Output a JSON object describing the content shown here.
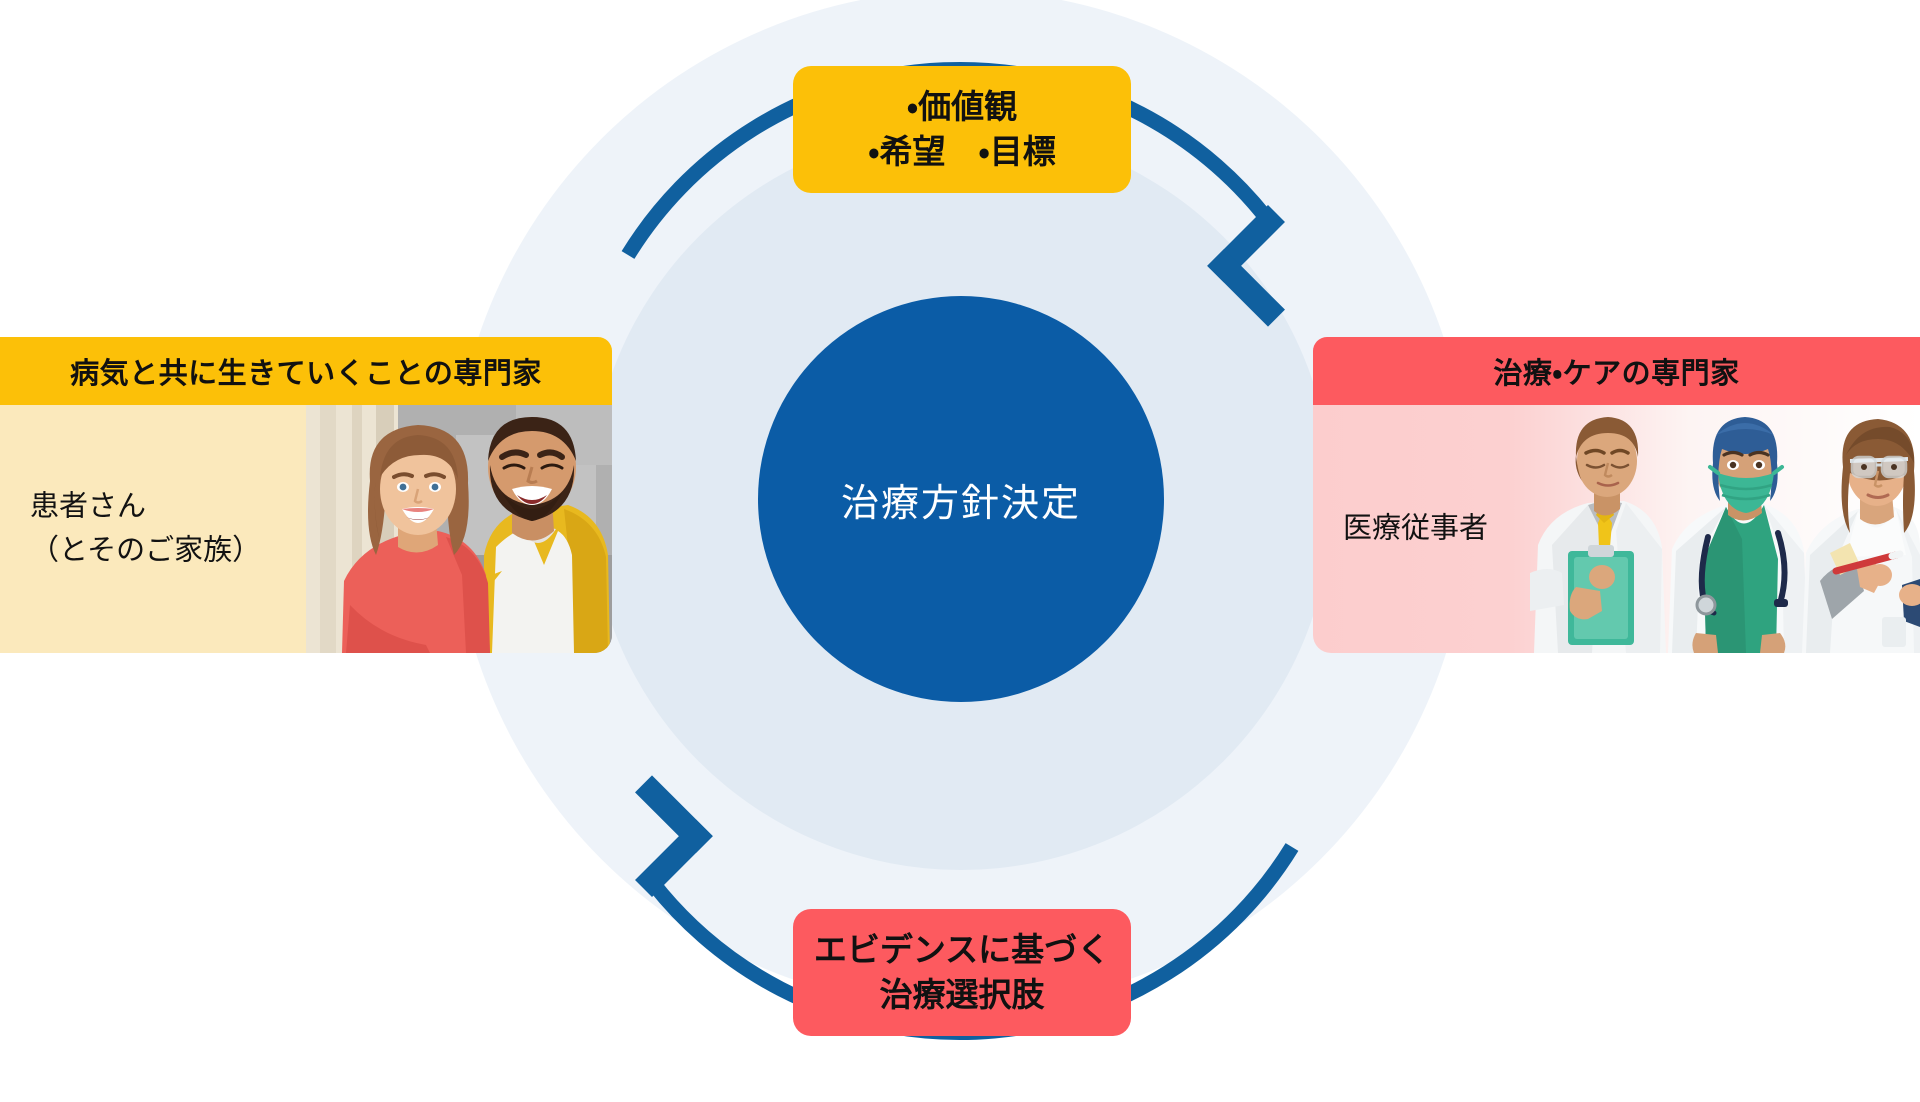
{
  "diagram": {
    "center": {
      "label": "治療方針決定"
    },
    "top_box": {
      "line1": "・価値観",
      "line2": "・希望　・目標"
    },
    "bottom_box": {
      "line1": "エビデンスに基づく",
      "line2": "治療選択肢"
    },
    "left_card": {
      "header": "病気と共に生きていくことの専門家",
      "body_line1": "患者さん",
      "body_line2": "（とそのご家族）",
      "illustration": "patient-and-family-illustration"
    },
    "right_card": {
      "header": "治療・ケアの専門家",
      "body_line1": "医療従事者",
      "illustration": "healthcare-workers-illustration"
    },
    "arrows": {
      "top_arrow": "clockwise-arrow-patient-to-provider",
      "bottom_arrow": "counterclockwise-arrow-provider-to-patient"
    },
    "colors": {
      "brand_blue": "#0b5ca6",
      "arrow_blue": "#10609f",
      "accent_yellow": "#fcc008",
      "accent_red": "#fd5a5f",
      "ring_outer": "#eef3f9",
      "ring_middle": "#e1eaf3",
      "card_left_body": "#fbe9bc",
      "card_right_body": "#fccdcd"
    }
  }
}
